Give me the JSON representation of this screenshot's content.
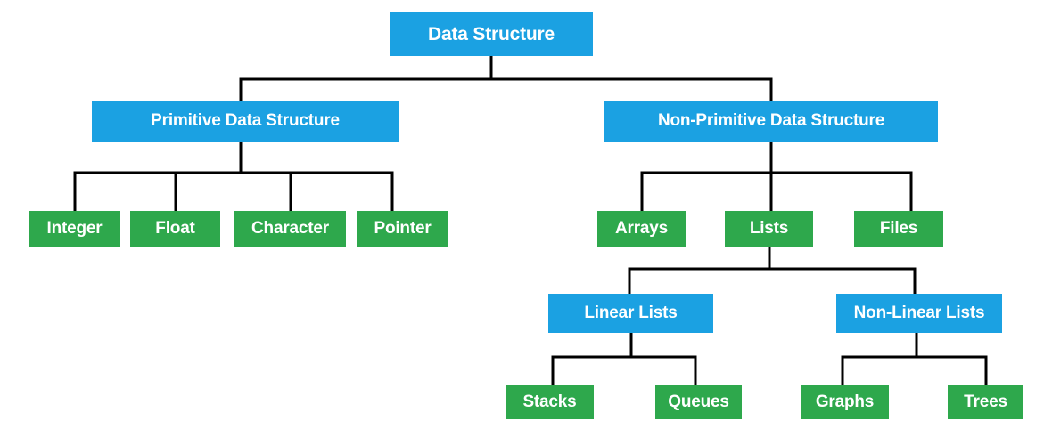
{
  "colors": {
    "category_box": "#1BA1E2",
    "leaf_box": "#2EA84C",
    "connector_line": "#000000",
    "label_text": "#FFFFFF",
    "background": "#FFFFFF"
  },
  "nodes": {
    "root": {
      "label": "Data Structure",
      "type": "category"
    },
    "primitive": {
      "label": "Primitive Data Structure",
      "type": "category"
    },
    "non_primitive": {
      "label": "Non-Primitive Data Structure",
      "type": "category"
    },
    "integer": {
      "label": "Integer",
      "type": "leaf"
    },
    "float": {
      "label": "Float",
      "type": "leaf"
    },
    "character": {
      "label": "Character",
      "type": "leaf"
    },
    "pointer": {
      "label": "Pointer",
      "type": "leaf"
    },
    "arrays": {
      "label": "Arrays",
      "type": "leaf"
    },
    "lists": {
      "label": "Lists",
      "type": "leaf"
    },
    "files": {
      "label": "Files",
      "type": "leaf"
    },
    "linear_lists": {
      "label": "Linear Lists",
      "type": "category"
    },
    "non_linear_lists": {
      "label": "Non-Linear Lists",
      "type": "category"
    },
    "stacks": {
      "label": "Stacks",
      "type": "leaf"
    },
    "queues": {
      "label": "Queues",
      "type": "leaf"
    },
    "graphs": {
      "label": "Graphs",
      "type": "leaf"
    },
    "trees": {
      "label": "Trees",
      "type": "leaf"
    }
  },
  "edges": [
    [
      "root",
      "primitive"
    ],
    [
      "root",
      "non_primitive"
    ],
    [
      "primitive",
      "integer"
    ],
    [
      "primitive",
      "float"
    ],
    [
      "primitive",
      "character"
    ],
    [
      "primitive",
      "pointer"
    ],
    [
      "non_primitive",
      "arrays"
    ],
    [
      "non_primitive",
      "lists"
    ],
    [
      "non_primitive",
      "files"
    ],
    [
      "lists",
      "linear_lists"
    ],
    [
      "lists",
      "non_linear_lists"
    ],
    [
      "linear_lists",
      "stacks"
    ],
    [
      "linear_lists",
      "queues"
    ],
    [
      "non_linear_lists",
      "graphs"
    ],
    [
      "non_linear_lists",
      "trees"
    ]
  ]
}
